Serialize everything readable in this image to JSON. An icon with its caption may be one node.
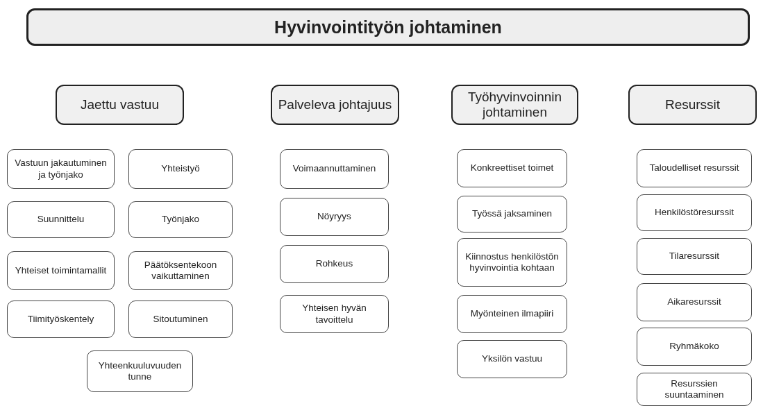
{
  "diagram": {
    "nodes": [
      {
        "text": [
          "Hyvinvointityön johtaminen"
        ]
      },
      {
        "text": [
          "Jaettu vastuu"
        ]
      },
      {
        "text": [
          "Vastuun jakautuminen ja työnjako"
        ]
      },
      {
        "text": [
          "Yhteistyö"
        ]
      },
      {
        "text": [
          "Suunnittelu"
        ]
      },
      {
        "text": [
          "Työnjako"
        ]
      },
      {
        "text": [
          "Yhteiset toimintamallit"
        ]
      },
      {
        "text": [
          "Päätöksentekoon vaikuttaminen"
        ]
      },
      {
        "text": [
          "Tiimityöskentely"
        ]
      },
      {
        "text": [
          "Sitoutuminen"
        ]
      },
      {
        "text": [
          "Yhteenkuuluvuuden tunne"
        ]
      },
      {
        "text": [
          "Palveleva johtajuus"
        ]
      },
      {
        "text": [
          "Voimaannuttaminen"
        ]
      },
      {
        "text": [
          "Nöyryys"
        ]
      },
      {
        "text": [
          "Rohkeus"
        ]
      },
      {
        "text": [
          "Yhteisen hyvän tavoittelu"
        ]
      },
      {
        "text": [
          "Työhyvinvoinnin johtaminen"
        ]
      },
      {
        "text": [
          "Konkreettiset toimet"
        ]
      },
      {
        "text": [
          "Työssä jaksaminen"
        ]
      },
      {
        "text": [
          "Kiinnostus henkilöstön hyvinvointia kohtaan"
        ]
      },
      {
        "text": [
          "Myönteinen ilmapiiri"
        ]
      },
      {
        "text": [
          "Yksilön vastuu"
        ]
      },
      {
        "text": [
          "Resurssit"
        ]
      },
      {
        "text": [
          "Taloudelliset resurssit"
        ]
      },
      {
        "text": [
          "Henkilöstöresurssit"
        ]
      },
      {
        "text": [
          "Tilaresurssit"
        ]
      },
      {
        "text": [
          "Aikaresurssit"
        ]
      },
      {
        "text": [
          "Ryhmäkoko"
        ]
      },
      {
        "text": [
          "Resurssien suuntaaminen"
        ]
      }
    ]
  }
}
